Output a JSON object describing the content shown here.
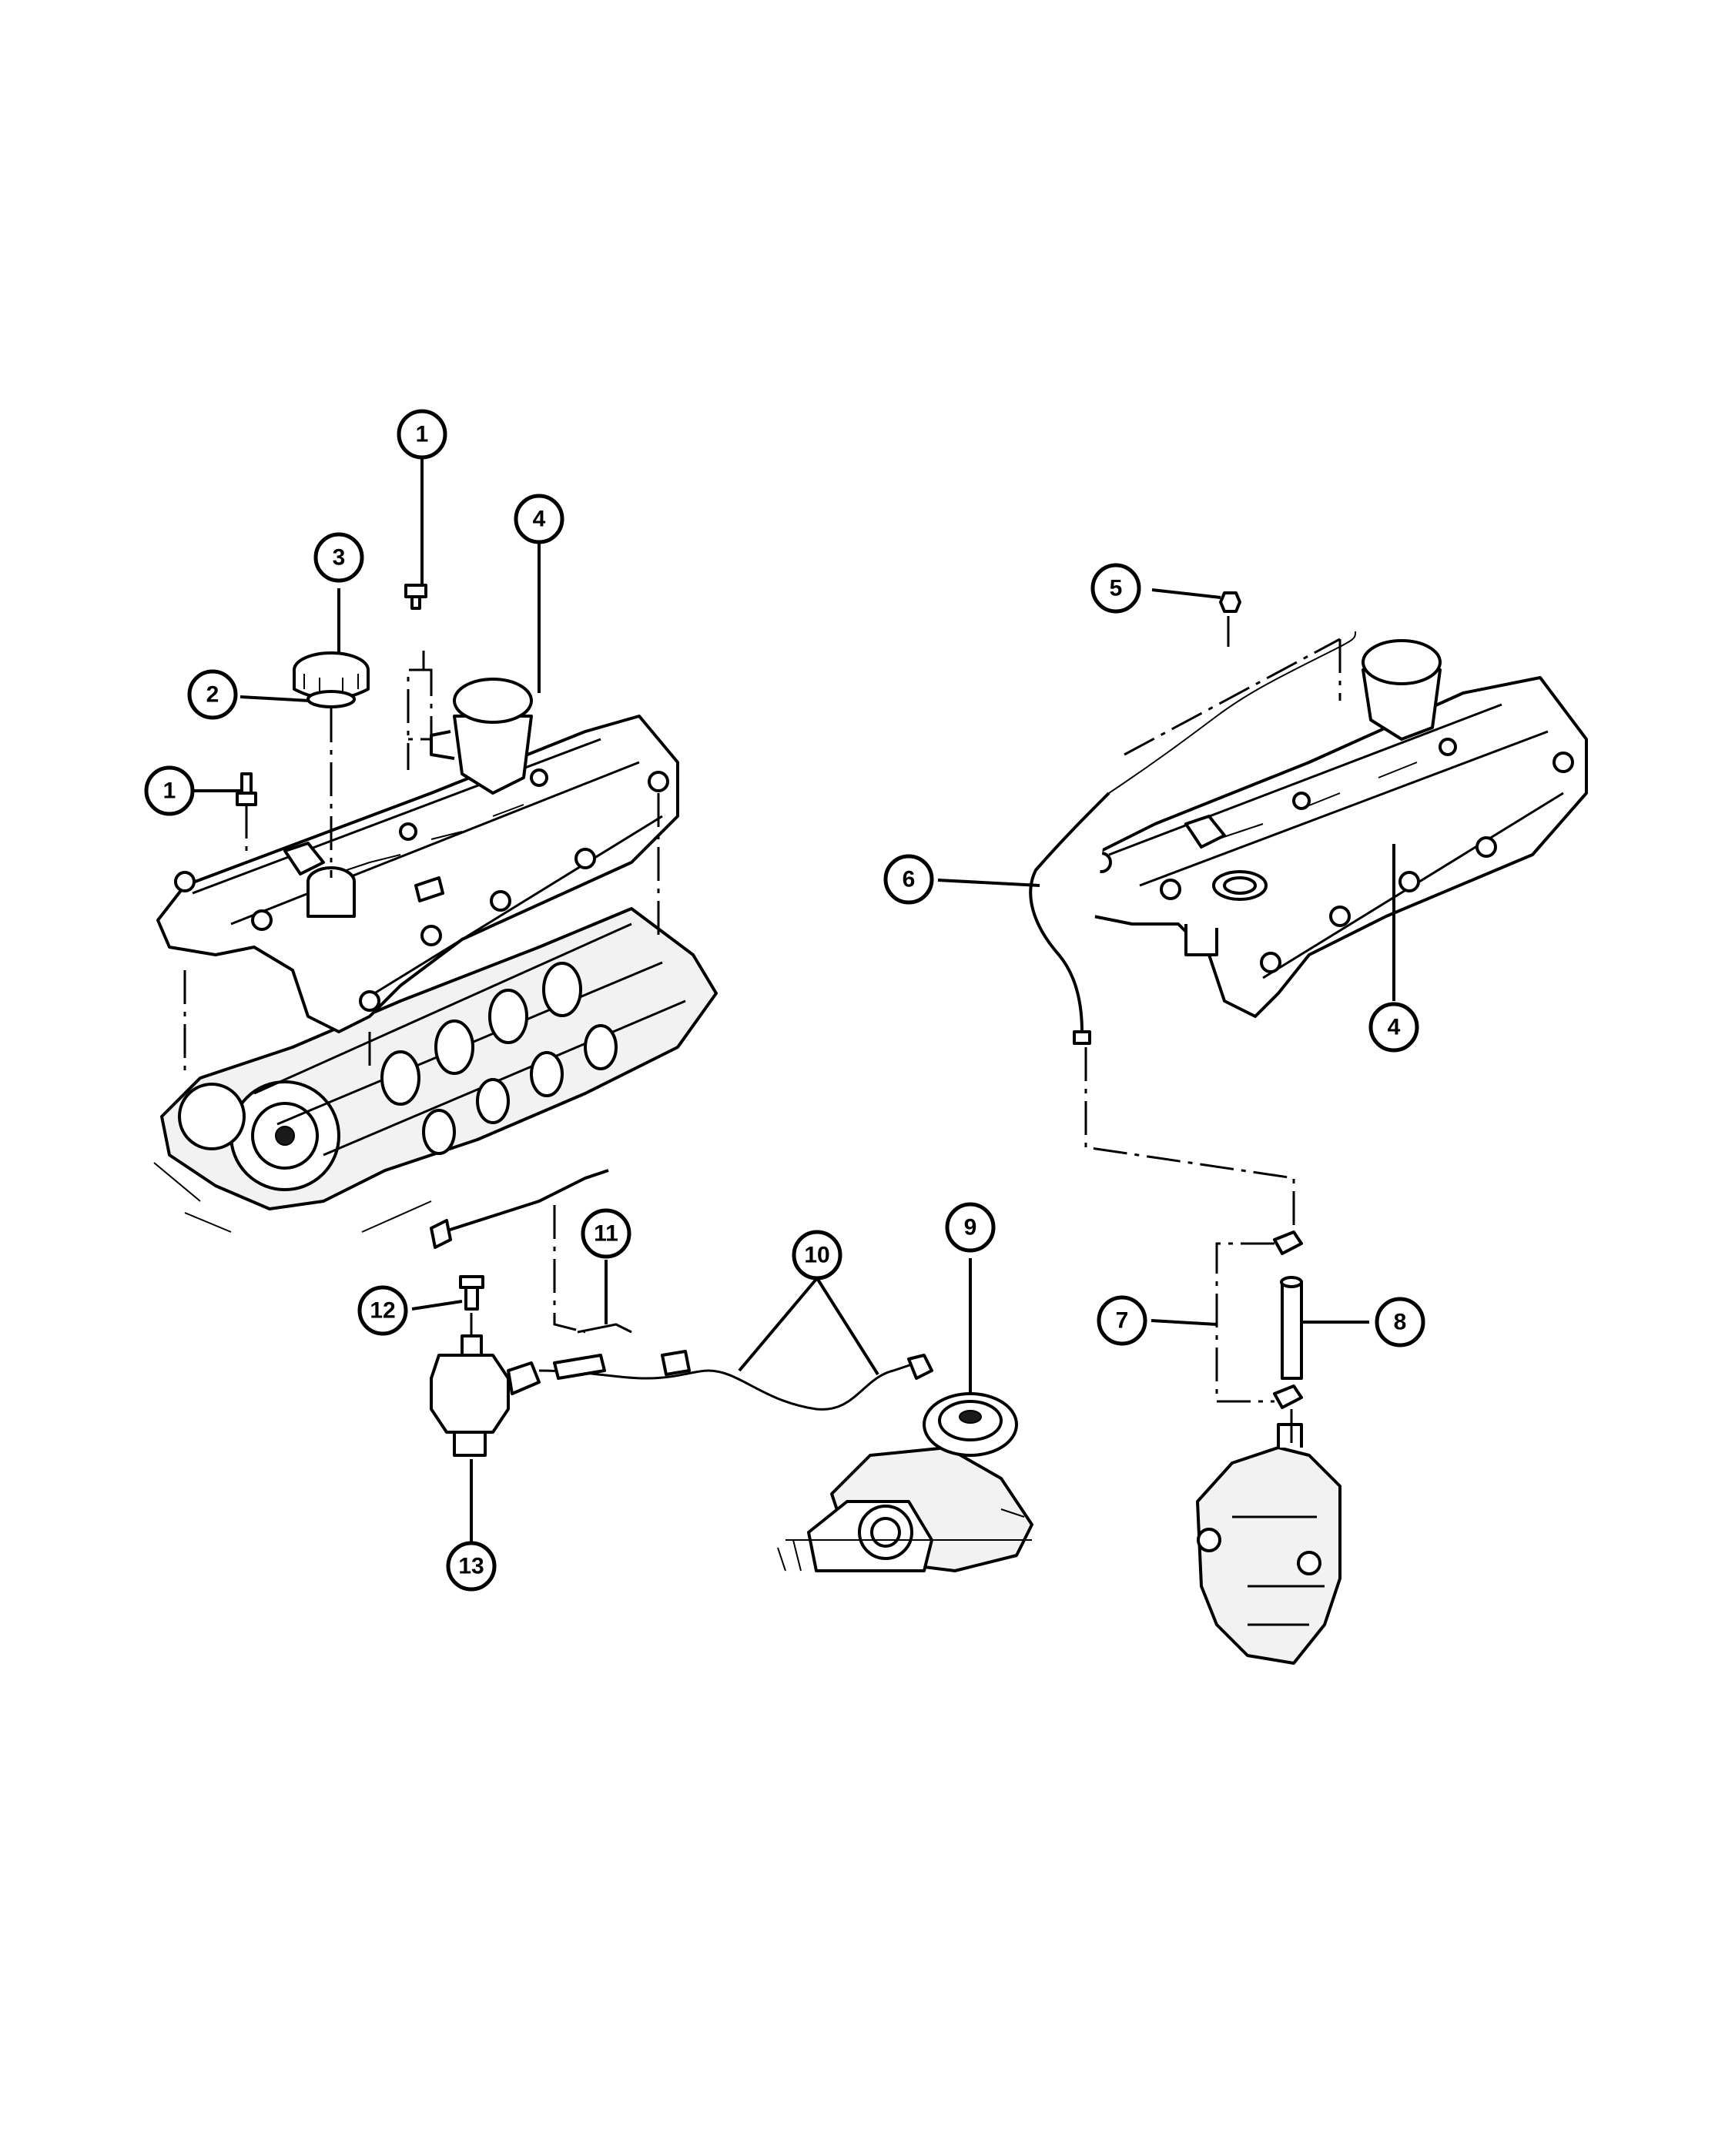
{
  "callouts": [
    {
      "id": "c1a",
      "label": "1"
    },
    {
      "id": "c1b",
      "label": "1"
    },
    {
      "id": "c2",
      "label": "2"
    },
    {
      "id": "c3",
      "label": "3"
    },
    {
      "id": "c4a",
      "label": "4"
    },
    {
      "id": "c4b",
      "label": "4"
    },
    {
      "id": "c5",
      "label": "5"
    },
    {
      "id": "c6",
      "label": "6"
    },
    {
      "id": "c7",
      "label": "7"
    },
    {
      "id": "c8",
      "label": "8"
    },
    {
      "id": "c9",
      "label": "9"
    },
    {
      "id": "c10",
      "label": "10"
    },
    {
      "id": "c11",
      "label": "11"
    },
    {
      "id": "c12",
      "label": "12"
    },
    {
      "id": "c13",
      "label": "13"
    }
  ]
}
